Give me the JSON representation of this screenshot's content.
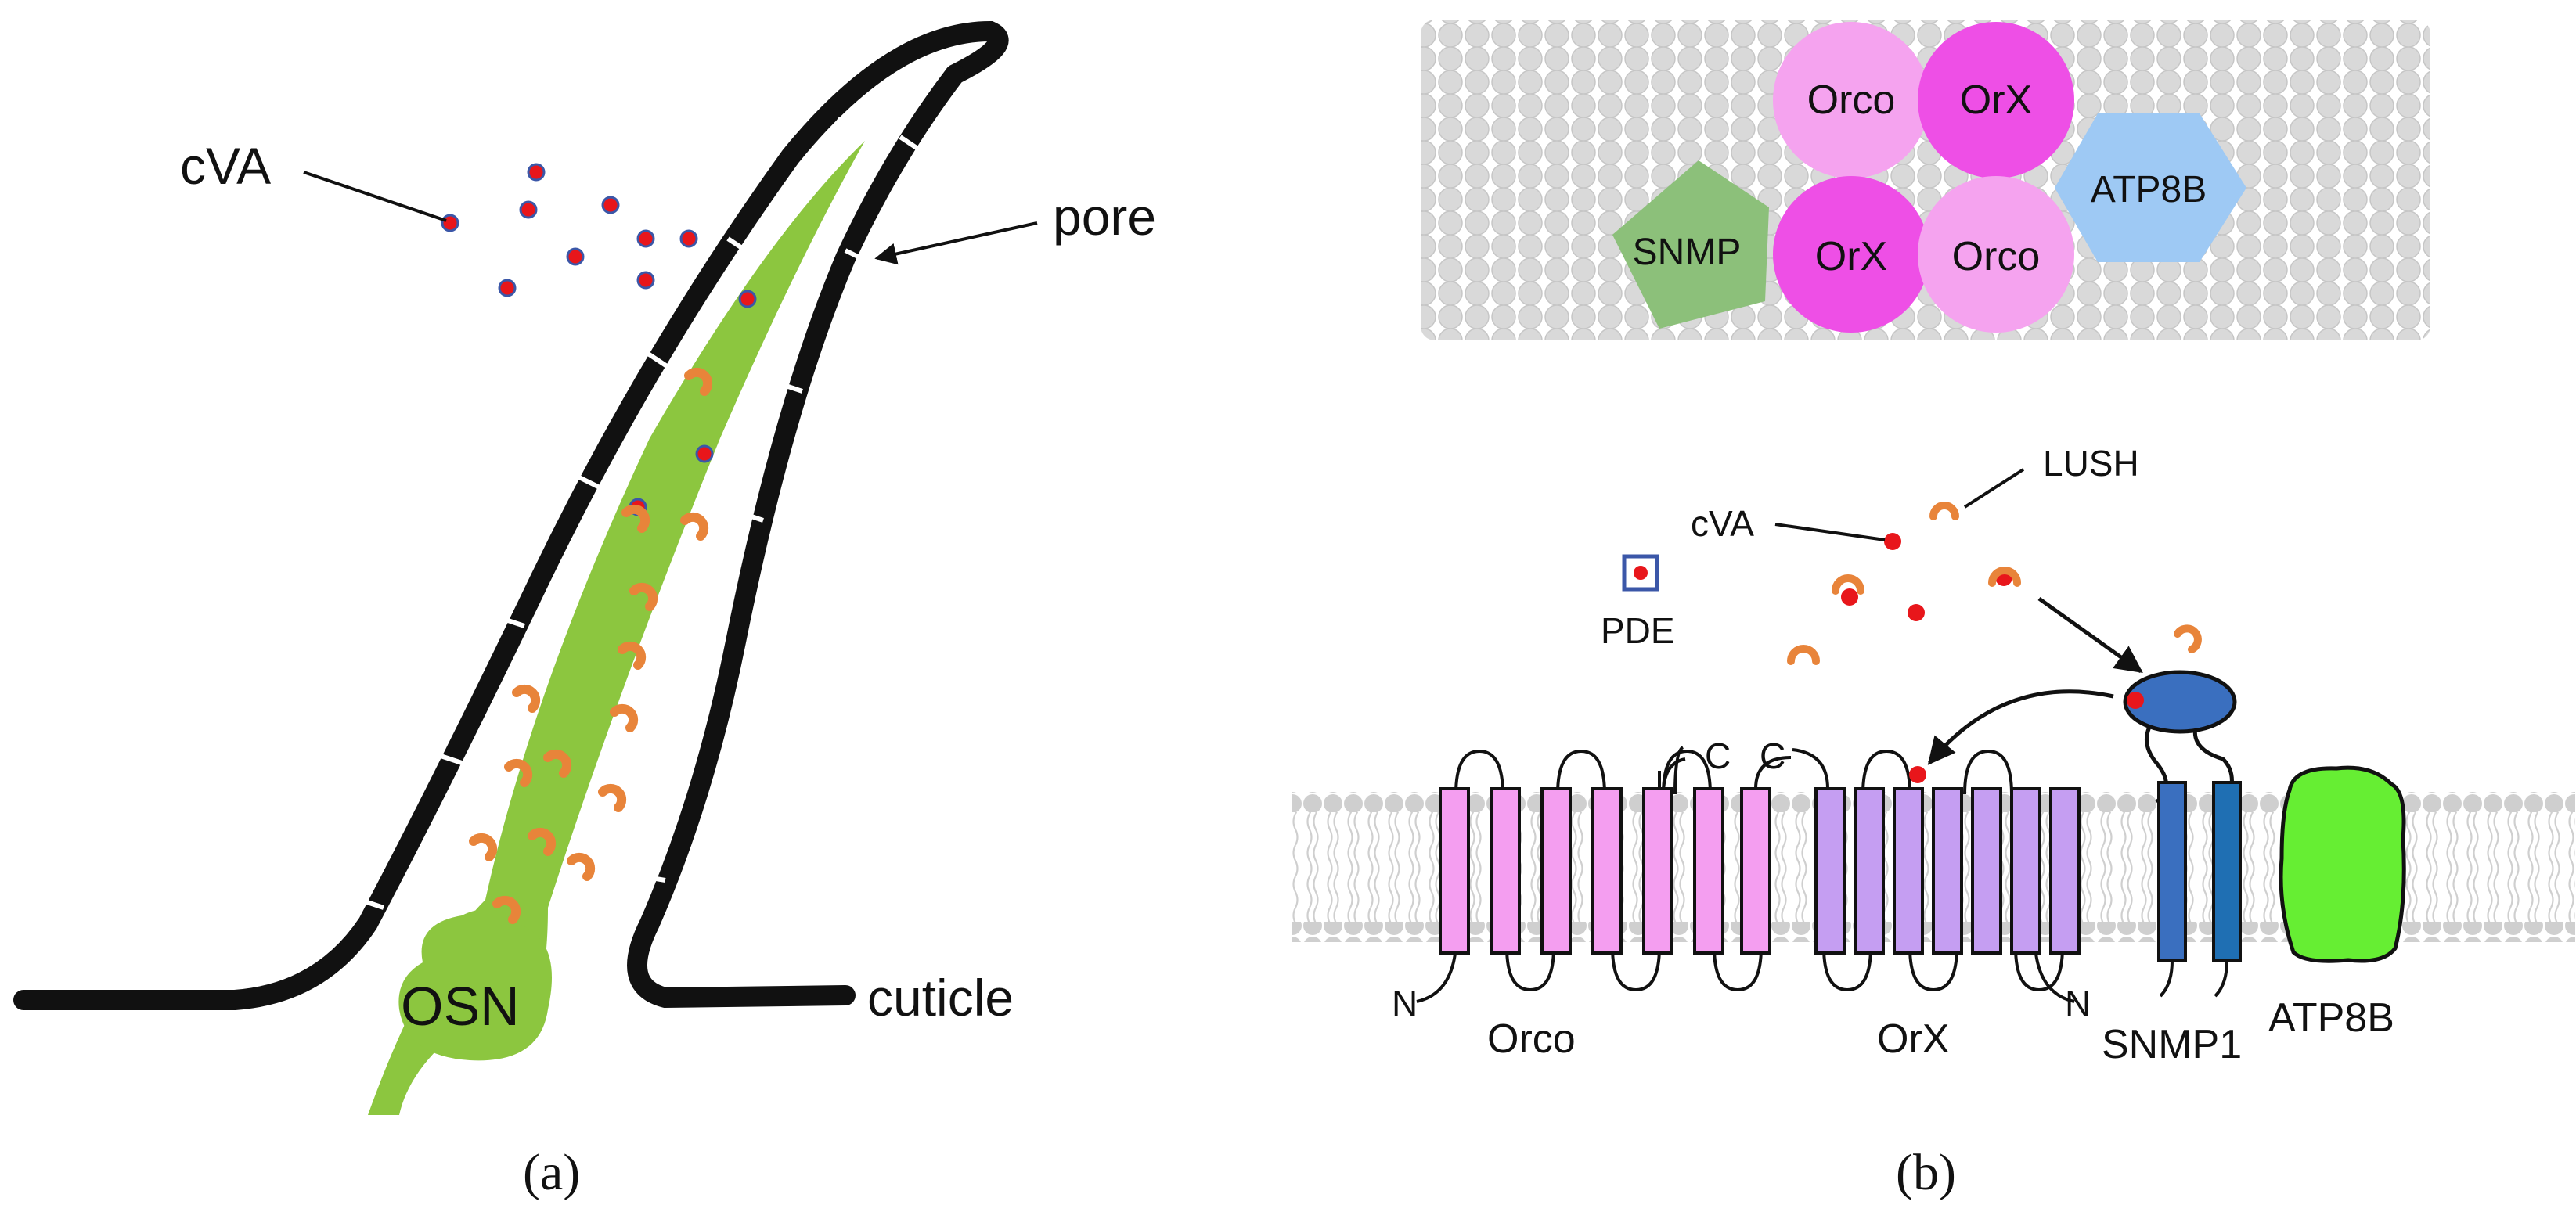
{
  "panel_a": {
    "labels": {
      "cva": "cVA",
      "pore": "pore",
      "osn": "OSN",
      "cuticle": "cuticle"
    },
    "caption": "(a)"
  },
  "panel_b": {
    "top_view": {
      "orco_1": "Orco",
      "orx_1": "OrX",
      "orx_2": "OrX",
      "orco_2": "Orco",
      "atp8b": "ATP8B",
      "snmp": "SNMP"
    },
    "side_view": {
      "lush": "LUSH",
      "cva": "cVA",
      "pde": "PDE",
      "orco_c": "C",
      "orx_c": "C",
      "orco_n": "N",
      "orx_n": "N",
      "orco": "Orco",
      "orx": "OrX",
      "snmp1": "SNMP1",
      "atp8b": "ATP8B"
    },
    "caption": "(b)"
  },
  "colors": {
    "cuticle": "#111111",
    "neuron": "#8cc63f",
    "cva_dot": "#e8161b",
    "lush": "#e8843a",
    "orco_top": "#f5a3ef",
    "orx_top": "#ee4fe6",
    "atp8b_top": "#9ec9f4",
    "snmp_top": "#8cc07a",
    "orco_tm": "#f49ef0",
    "orx_tm": "#c59ef2",
    "snmp1": "#3a6fbf",
    "atp8b_side": "#66ee33",
    "membrane": "#d6d6d6"
  }
}
